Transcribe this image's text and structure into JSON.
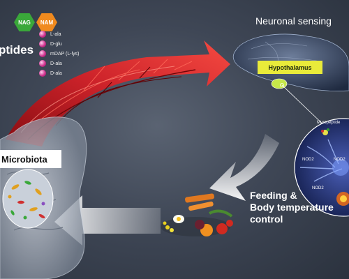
{
  "sugars": {
    "nag": "NAG",
    "nam": "NAM"
  },
  "peptide_chain": [
    "L-ala",
    "D-glu",
    "mDAP (L-lys)",
    "D-ala",
    "D-ala"
  ],
  "labels": {
    "peptides": "ptides",
    "neuronal_sensing": "Neuronal sensing",
    "hypothalamus": "Hypothalamus",
    "microbiota": "Microbiota",
    "feeding_1": "Feeding &",
    "feeding_2": "Body temperature",
    "feeding_3": "control"
  },
  "neuron_labels": {
    "muropeptide": "Muropeptide",
    "nod2_a": "NOD2",
    "nod2_b": "NOD2",
    "nod2_c": "NOD2"
  },
  "colors": {
    "nag": "#3aa83a",
    "nam": "#f08a1e",
    "hypothalamus": "#e9eb3a",
    "vessels": "#c8141a",
    "neuron_bg": "#1d2a66"
  }
}
